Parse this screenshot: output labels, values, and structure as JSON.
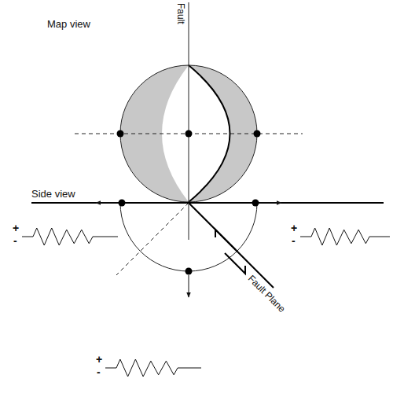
{
  "diagram": {
    "labels": [
      "Map view",
      "Fault",
      "Side view",
      "Fault Plane",
      "+",
      "-",
      "+",
      "-",
      "+",
      "-"
    ]
  }
}
